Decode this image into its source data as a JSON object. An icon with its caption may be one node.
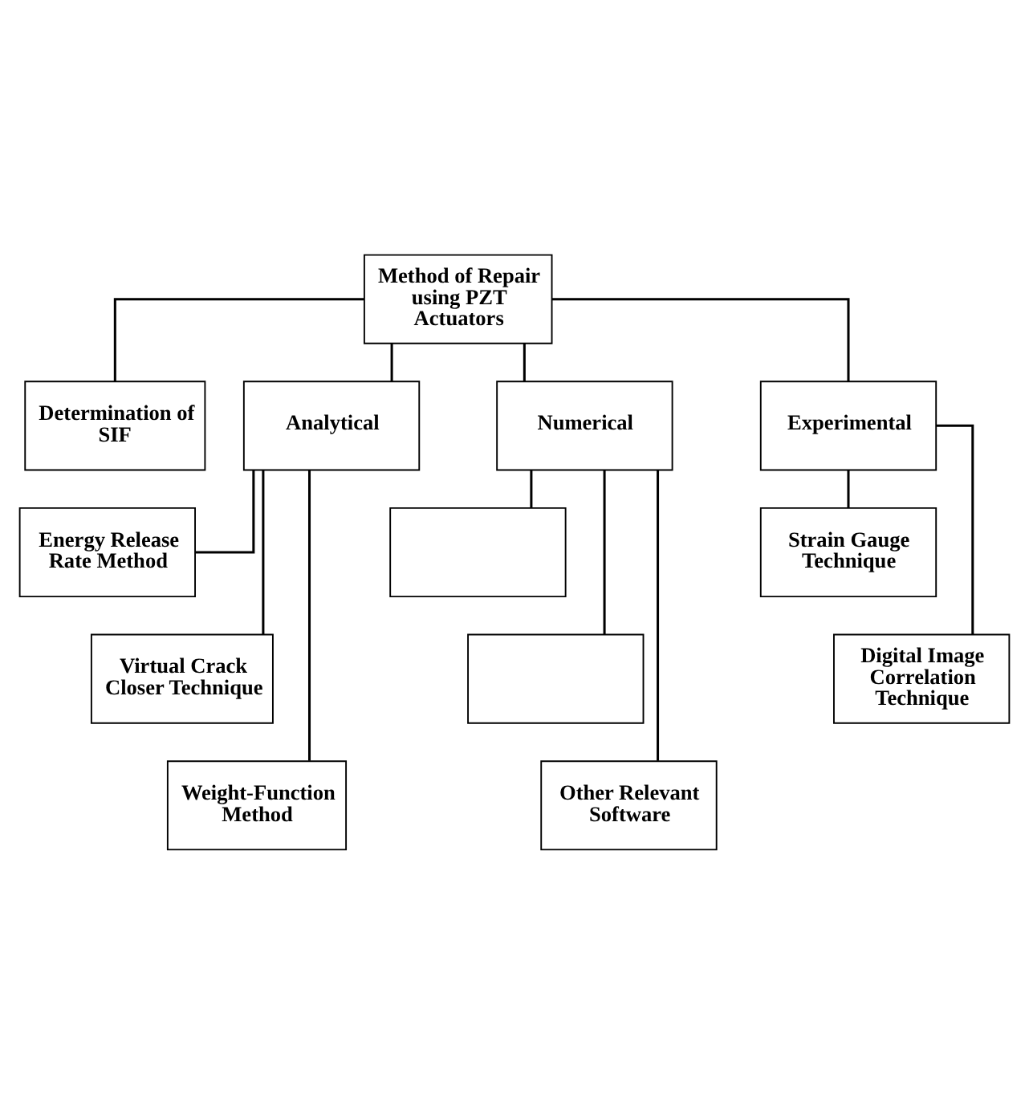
{
  "diagram": {
    "nodes": [
      {
        "text": [
          "Method of Repair using PZT Actuators"
        ]
      },
      {
        "text": [
          "Determination of SIF"
        ]
      },
      {
        "text": [
          "Analytical"
        ]
      },
      {
        "text": [
          "Numerical"
        ]
      },
      {
        "text": [
          "Experimental"
        ]
      },
      {
        "text": [
          "Energy Release Rate Method"
        ]
      },
      {
        "text": [],
        "shape": "box"
      },
      {
        "text": [
          "Strain Gauge Technique"
        ]
      },
      {
        "text": [
          "Virtual Crack Closer Technique"
        ]
      },
      {
        "text": [],
        "shape": "box"
      },
      {
        "text": [
          "Digital Image Correlation Technique"
        ]
      },
      {
        "text": [
          "Weight-Function Method"
        ]
      },
      {
        "text": [
          "Other Relevant Software"
        ]
      }
    ],
    "edges": [
      {
        "from": 0,
        "to": 1,
        "arrow": "none"
      },
      {
        "from": 0,
        "to": 2,
        "arrow": "none"
      },
      {
        "from": 0,
        "to": 3,
        "arrow": "none"
      },
      {
        "from": 0,
        "to": 4,
        "arrow": "none"
      },
      {
        "from": 2,
        "to": 5,
        "arrow": "none"
      },
      {
        "from": 2,
        "to": 8,
        "arrow": "none"
      },
      {
        "from": 2,
        "to": 11,
        "arrow": "none"
      },
      {
        "from": 3,
        "to": 6,
        "arrow": "none"
      },
      {
        "from": 3,
        "to": 9,
        "arrow": "none"
      },
      {
        "from": 3,
        "to": 12,
        "arrow": "none"
      },
      {
        "from": 4,
        "to": 7,
        "arrow": "none"
      },
      {
        "from": 4,
        "to": 10,
        "arrow": "none"
      }
    ]
  }
}
